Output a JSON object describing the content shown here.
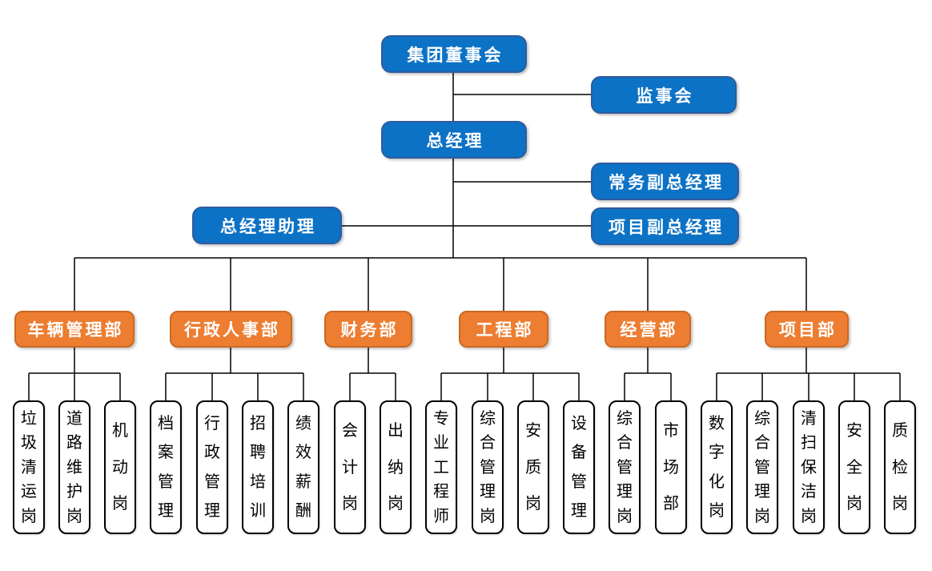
{
  "nodes": {
    "board": "集团董事会",
    "supervisory_board": "监事会",
    "general_manager": "总经理",
    "executive_deputy_gm": "常务副总经理",
    "gm_assistant": "总经理助理",
    "project_deputy_gm": "项目副总经理"
  },
  "departments": [
    {
      "name": "车辆管理部",
      "positions": [
        "垃圾清运岗",
        "道路维护岗",
        "机动岗"
      ]
    },
    {
      "name": "行政人事部",
      "positions": [
        "档案管理",
        "行政管理",
        "招聘培训",
        "绩效薪酬"
      ]
    },
    {
      "name": "财务部",
      "positions": [
        "会计岗",
        "出纳岗"
      ]
    },
    {
      "name": "工程部",
      "positions": [
        "专业工程师",
        "综合管理岗",
        "安质岗",
        "设备管理"
      ]
    },
    {
      "name": "经营部",
      "positions": [
        "综合管理岗",
        "市场部"
      ]
    },
    {
      "name": "项目部",
      "positions": [
        "数字化岗",
        "综合管理岗",
        "清扫保洁岗",
        "安全岗",
        "质检岗"
      ]
    }
  ],
  "colors": {
    "executive_fill": "#0C72C5",
    "executive_border": "#2F5B9E",
    "department_fill": "#ED7D31",
    "department_border": "#C96A25",
    "position_fill": "#FFFFFF",
    "position_border": "#000000",
    "text_on_fill": "#FFFFFF",
    "position_text": "#000000",
    "connector": "#000000"
  }
}
